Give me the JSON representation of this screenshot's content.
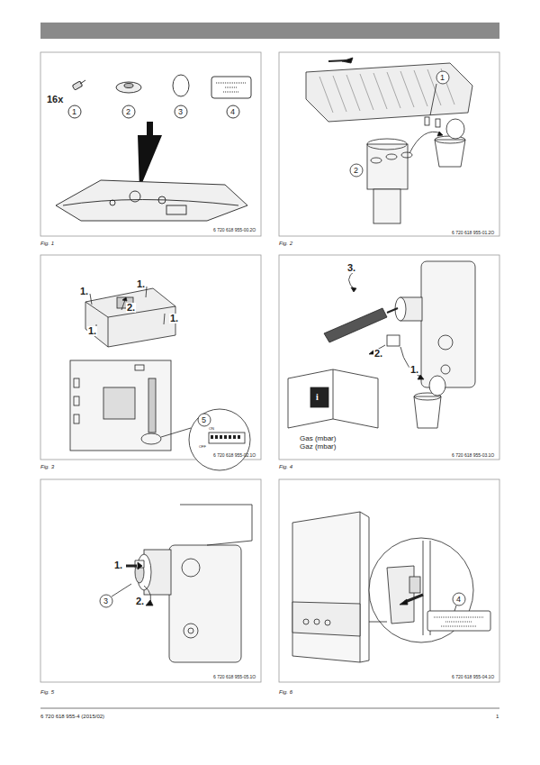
{
  "diagram": {
    "labels": [
      "16x",
      "1",
      "2",
      "3",
      "4",
      "6 720 618 955-00.2O",
      "Fig. 1",
      "1",
      "2",
      "6 720 618 955-01.2O",
      "Fig. 2",
      "1.",
      "1.",
      "2.",
      "1.",
      "1.",
      "5",
      "ON",
      "OFF",
      "6 720 618 955-02.1O",
      "Fig. 3",
      "3.",
      "2.",
      "1.",
      "Gas (mbar)",
      "Gaz (mbar)",
      "6 720 618 955-03.1O",
      "Fig. 4",
      "1.",
      "2.",
      "3",
      "6 720 618 955-05.1O",
      "Fig. 5",
      "4",
      "6 720 618 955-04.1O",
      "Fig. 6",
      "6 720 618 955-4 (2015/02)",
      "1"
    ]
  }
}
